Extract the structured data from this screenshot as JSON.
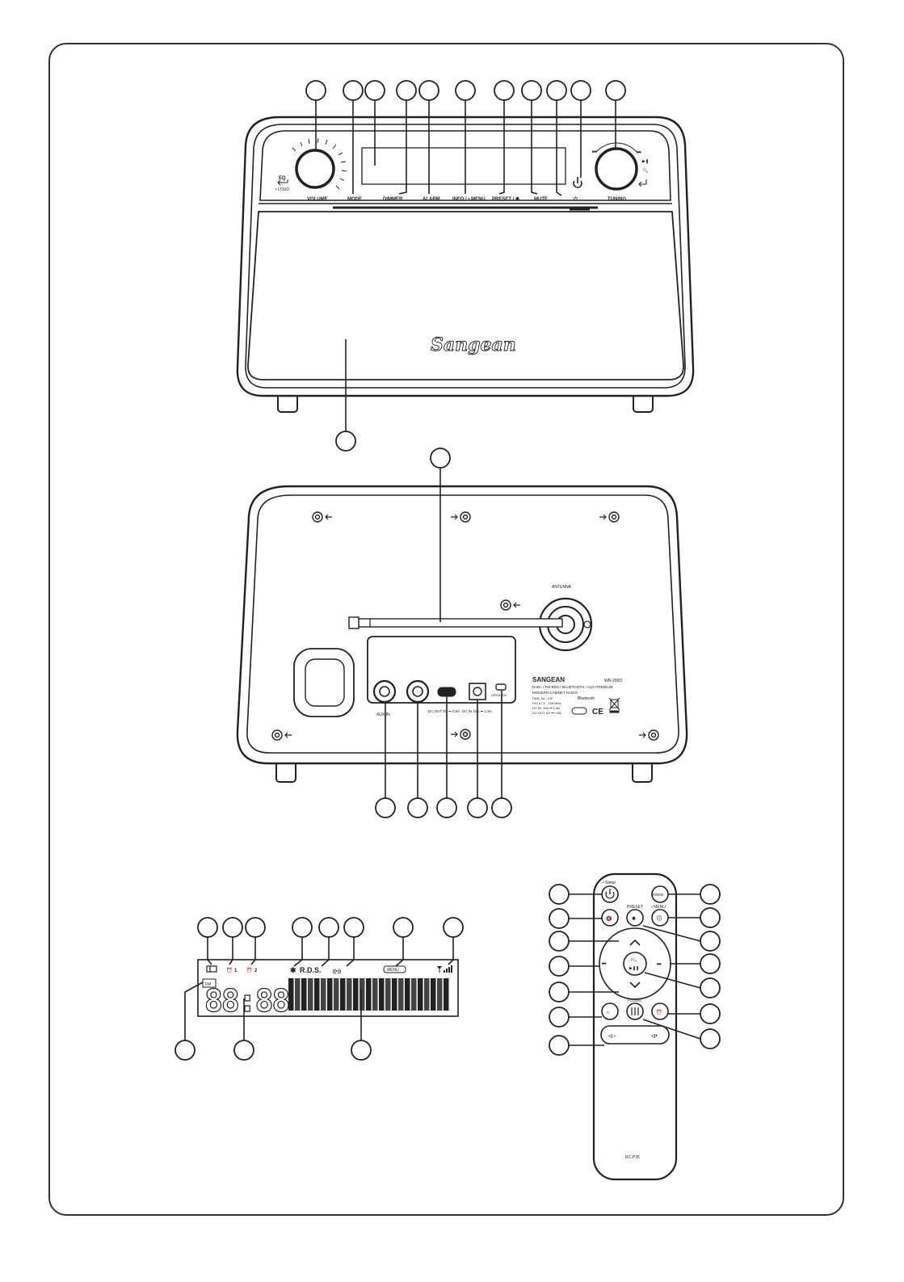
{
  "front_panel": {
    "brand_script": "Sangean",
    "labels": {
      "volume": "VOLUME",
      "mode": "MODE",
      "dimmer": "DIMMER",
      "alarm": "ALARM",
      "info_menu": "INFO / • MENU",
      "preset": "PRESET / ✱",
      "mute": "MUTE",
      "power": "⏻",
      "tuning": "TUNING",
      "eq": "EQ",
      "loud": "• LOUD"
    }
  },
  "rear_panel": {
    "antenna_label": "ANTENNA",
    "brand": "SANGEAN",
    "model": "WR-200D",
    "description_line1": "DAB+ / FM-RDS / BLUETOOTH / AUX PREMIUM",
    "description_line2": "MODERN CABINET RADIO",
    "spec_lines": [
      "DAB: 5A - 13F",
      "FM: 87.5 - 108 MHz",
      "DC IN: 15V ⎓ 1.8A",
      "DC OUT: 5V ⎓ 0.5A"
    ],
    "bluetooth_label": "Bluetooth",
    "ce_label": "CE",
    "jack_labels": {
      "aux_in": "AUX IN",
      "headphone": "",
      "dc_out": "DC OUT 5V ⎓ 0.5A",
      "dc_in": "DC IN 15V ⎓ 1.8A",
      "service": "UPGRADE"
    }
  },
  "lcd": {
    "fm_label": "FM",
    "digits": "88:88",
    "rds": "R.D.S.",
    "menu": "MENU",
    "alarm1": "1",
    "alarm2": "2"
  },
  "remote": {
    "model": "RC-P35",
    "button_labels": {
      "standby": "• Sleep",
      "mode": "MODE",
      "preset": "PRESET",
      "menu": "• MENU",
      "info": "ⓘ",
      "play_pause": "▶❚❚",
      "scan": "←/🔍",
      "loud": "• LOUD",
      "vol_down": "◁ −",
      "vol_up": "◁+"
    }
  }
}
